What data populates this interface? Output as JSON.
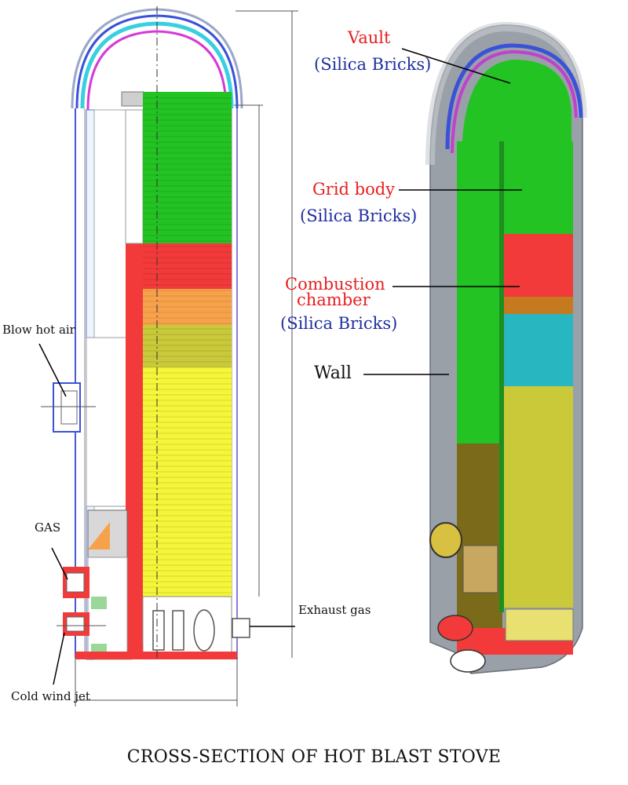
{
  "labels": {
    "vault": "Vault",
    "vault_material": "(Silica Bricks)",
    "grid_body": "Grid body",
    "grid_material": "(Silica Bricks)",
    "combustion_1": "Combustion",
    "combustion_2": "chamber",
    "combustion_material": "(Silica Bricks)",
    "wall": "Wall",
    "blow_hot_air": "Blow hot air",
    "gas": "GAS",
    "exhaust_gas": "Exhaust gas",
    "cold_wind_jet": "Cold wind jet"
  },
  "caption": "CROSS-SECTION OF HOT BLAST STOVE",
  "colors": {
    "label_red": "#e81e1e",
    "label_blue": "#1f2fa0",
    "zone_green": "#22c322",
    "zone_red": "#f23a3a",
    "zone_orange": "#f7a24a",
    "zone_olive": "#c9c93a",
    "zone_yellow": "#f5f53a",
    "zone_cyan": "#28b7c0",
    "shell_grey": "#9aa0a8"
  }
}
